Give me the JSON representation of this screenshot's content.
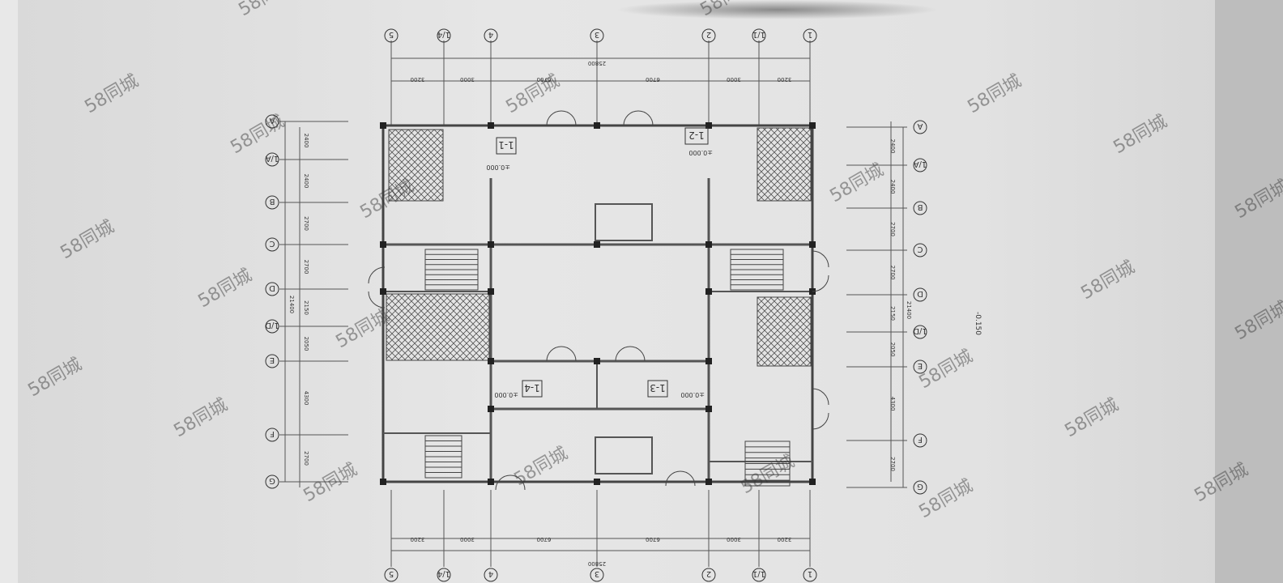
{
  "drawing": {
    "columns": [
      {
        "label": "5"
      },
      {
        "label": "1/4"
      },
      {
        "label": "4"
      },
      {
        "label": "3"
      },
      {
        "label": "2"
      },
      {
        "label": "1/1"
      },
      {
        "label": "1"
      }
    ],
    "column_spacings": [
      "3200",
      "3000",
      "6700",
      "6700",
      "3000",
      "3200"
    ],
    "column_total": "25800",
    "rows": [
      {
        "label": "A"
      },
      {
        "label": "1/A"
      },
      {
        "label": "B"
      },
      {
        "label": "C"
      },
      {
        "label": "D"
      },
      {
        "label": "1/D"
      },
      {
        "label": "E"
      },
      {
        "label": "F"
      },
      {
        "label": "G"
      }
    ],
    "row_spacings": [
      "2400",
      "2400",
      "2700",
      "2700",
      "2150",
      "2050",
      "4300",
      "2700"
    ],
    "row_total": "21400",
    "section_marks": [
      "1-1",
      "1-2",
      "1-3",
      "1-4"
    ],
    "level_main": "±0.000",
    "level_outside": "-0.150",
    "watermark": "58同城"
  }
}
